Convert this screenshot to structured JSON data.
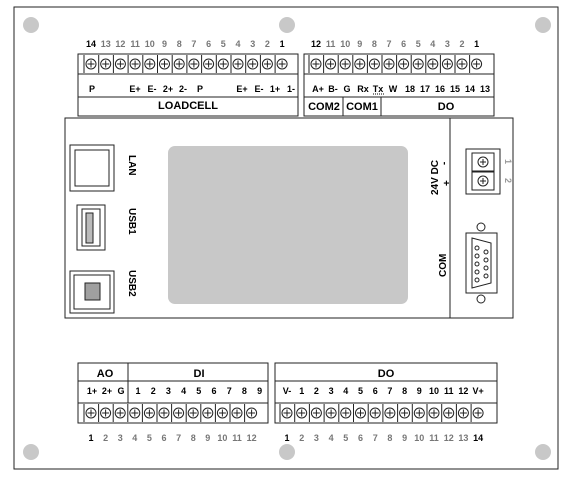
{
  "top_left": {
    "pin_numbers": [
      "14",
      "13",
      "12",
      "11",
      "10",
      "9",
      "8",
      "7",
      "6",
      "5",
      "4",
      "3",
      "2",
      "1"
    ],
    "signals": [
      "P",
      "E+",
      "E-",
      "2+",
      "2-",
      "P",
      "E+",
      "E-",
      "1+",
      "1-"
    ],
    "group_label": "LOADCELL"
  },
  "top_right": {
    "pin_numbers": [
      "12",
      "11",
      "10",
      "9",
      "8",
      "7",
      "6",
      "5",
      "4",
      "3",
      "2",
      "1"
    ],
    "signals": [
      "A+",
      "B-",
      "G",
      "Rx",
      "Tx",
      "W",
      "18",
      "17",
      "16",
      "15",
      "14",
      "13"
    ],
    "groups": [
      "COM2",
      "COM1",
      "DO"
    ]
  },
  "left_ports": [
    "LAN",
    "USB1",
    "USB2"
  ],
  "right_ports": {
    "power_label": "24V DC",
    "polarity": [
      "-",
      "+"
    ],
    "power_pins": [
      "1",
      "2"
    ],
    "com_label": "COM"
  },
  "bottom_left": {
    "group_ao": "AO",
    "ao_signals": [
      "1+",
      "2+",
      "G"
    ],
    "group_di": "DI",
    "di_signals": [
      "1",
      "2",
      "3",
      "4",
      "5",
      "6",
      "7",
      "8",
      "9"
    ],
    "pin_numbers": [
      "1",
      "2",
      "3",
      "4",
      "5",
      "6",
      "7",
      "8",
      "9",
      "10",
      "11",
      "12"
    ]
  },
  "bottom_right": {
    "group_do": "DO",
    "do_signals": [
      "V-",
      "1",
      "2",
      "3",
      "4",
      "5",
      "6",
      "7",
      "8",
      "9",
      "10",
      "11",
      "12",
      "V+"
    ],
    "pin_numbers": [
      "1",
      "2",
      "3",
      "4",
      "5",
      "6",
      "7",
      "8",
      "9",
      "10",
      "11",
      "12",
      "13",
      "14"
    ]
  },
  "colors": {
    "screen": "#c8c8c8",
    "mount_hole": "#c8c8c8",
    "usb2_inner": "#a0a0a0"
  }
}
